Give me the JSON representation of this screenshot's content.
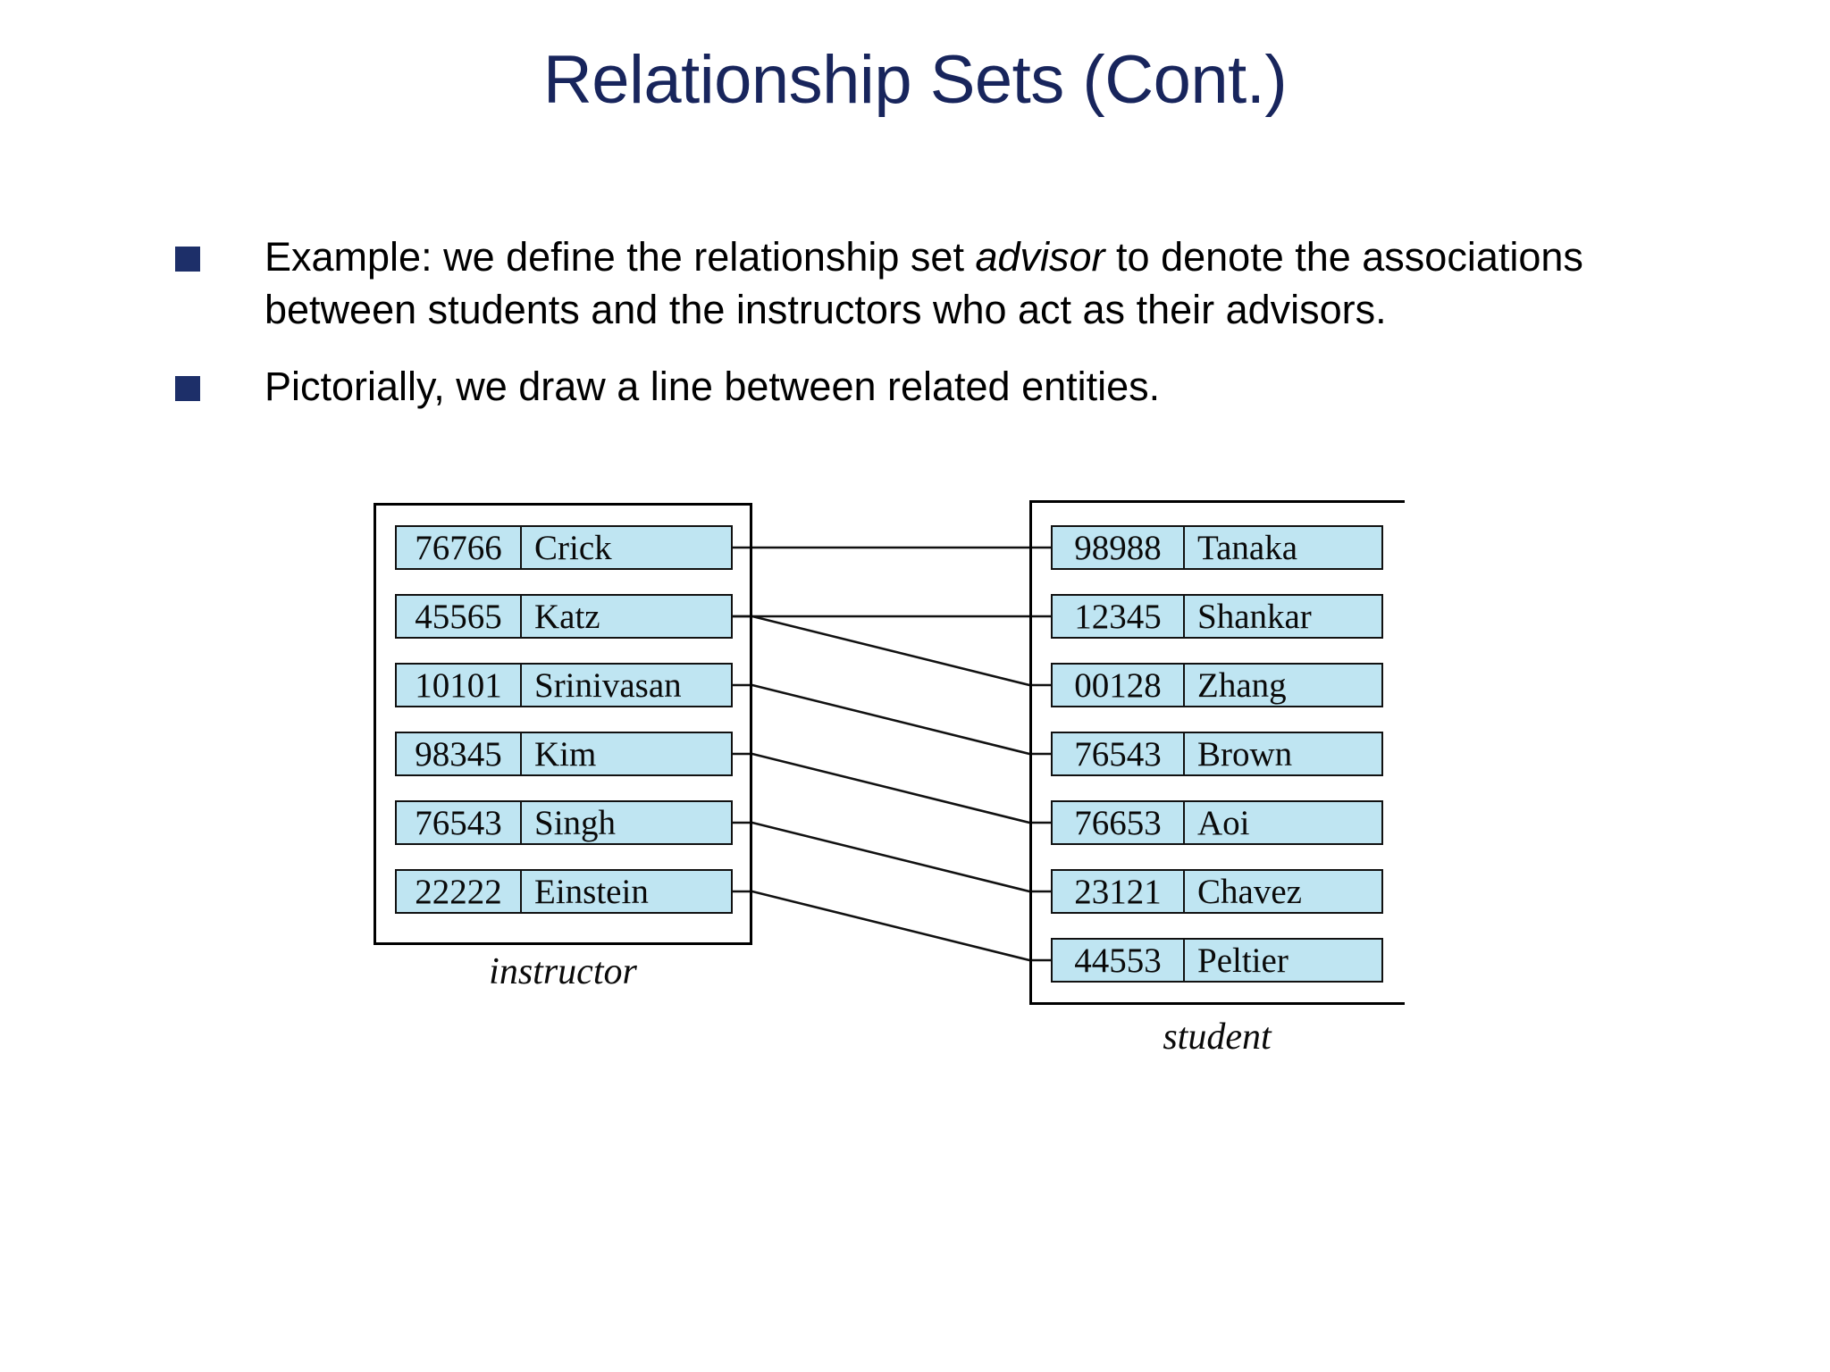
{
  "slide": {
    "title": "Relationship Sets (Cont.)",
    "title_color": "#18255c",
    "background_color": "#ffffff"
  },
  "bullets": [
    {
      "marker": "square-bullet",
      "segments": [
        {
          "text": "Example: we define the relationship set ",
          "style": "normal"
        },
        {
          "text": "advisor",
          "style": "italic"
        },
        {
          "text": " to denote the associations between students and the instructors who act as their advisors.",
          "style": "normal"
        }
      ],
      "plain": "Example: we define the relationship set  advisor to denote the associations between students and the instructors who act as their advisors."
    },
    {
      "marker": "square-bullet",
      "segments": [
        {
          "text": "Pictorially, we draw a line between related entities.",
          "style": "normal"
        }
      ],
      "plain": "Pictorially, we draw a line between related entities."
    }
  ],
  "bullet_marker_color": "#1d2f69",
  "diagram": {
    "cell_fill": "#bfe5f2",
    "cell_border": "#111111",
    "entity_sets": [
      {
        "name": "instructor",
        "caption": "instructor",
        "rows": [
          {
            "id": "76766",
            "name": "Crick"
          },
          {
            "id": "45565",
            "name": "Katz"
          },
          {
            "id": "10101",
            "name": "Srinivasan"
          },
          {
            "id": "98345",
            "name": "Kim"
          },
          {
            "id": "76543",
            "name": "Singh"
          },
          {
            "id": "22222",
            "name": "Einstein"
          }
        ]
      },
      {
        "name": "student",
        "caption": "student",
        "rows": [
          {
            "id": "98988",
            "name": "Tanaka"
          },
          {
            "id": "12345",
            "name": "Shankar"
          },
          {
            "id": "00128",
            "name": "Zhang"
          },
          {
            "id": "76543",
            "name": "Brown"
          },
          {
            "id": "76653",
            "name": "Aoi"
          },
          {
            "id": "23121",
            "name": "Chavez"
          },
          {
            "id": "44553",
            "name": "Peltier"
          }
        ]
      }
    ],
    "relationships": [
      {
        "from": "76766",
        "to": "98988"
      },
      {
        "from": "45565",
        "to": "12345"
      },
      {
        "from": "45565",
        "to": "00128"
      },
      {
        "from": "10101",
        "to": "76543"
      },
      {
        "from": "98345",
        "to": "76653"
      },
      {
        "from": "76543",
        "to": "23121"
      },
      {
        "from": "22222",
        "to": "44553"
      }
    ]
  }
}
